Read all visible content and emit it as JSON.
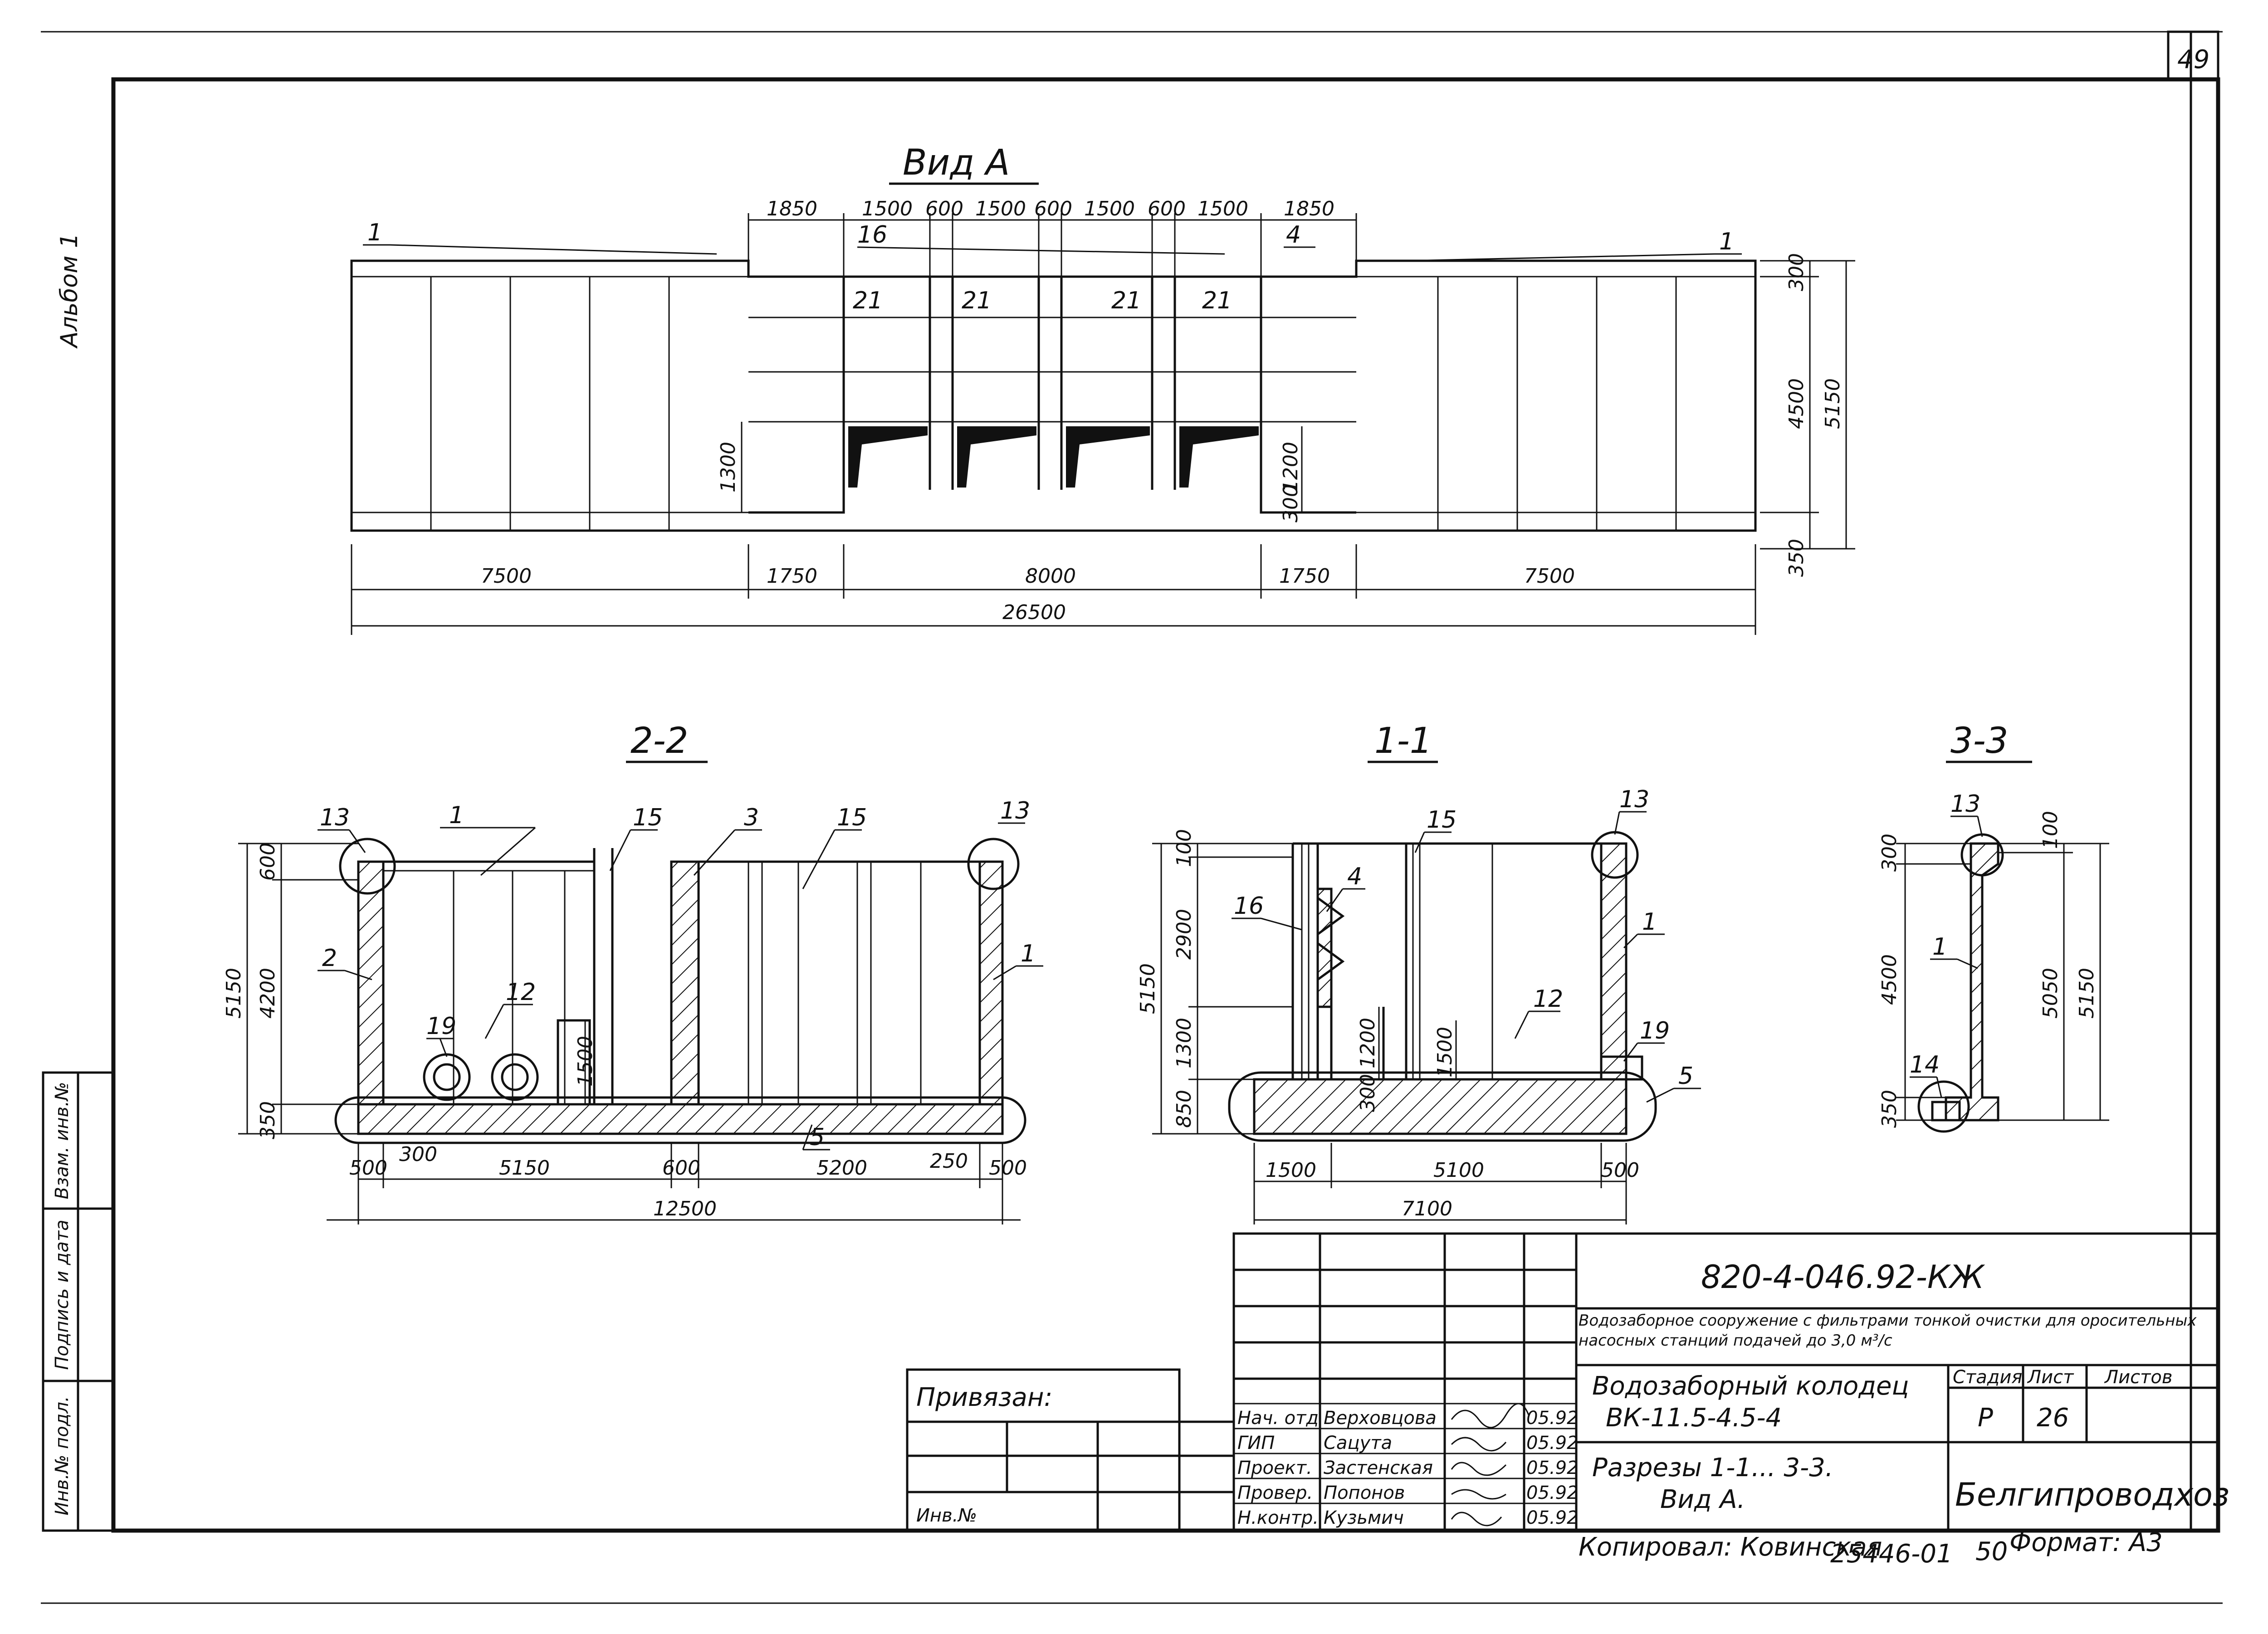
{
  "sheet_number": "49",
  "album_label": "Альбом 1",
  "side_stamp": [
    "Инв.№ подл.",
    "Подпись и дата",
    "Взам. инв.№"
  ],
  "views": {
    "view_a": {
      "title": "Вид А",
      "top_dims": [
        "1850",
        "1500",
        "600",
        "1500",
        "600",
        "1500",
        "600",
        "1500",
        "1850"
      ],
      "bottom_dims": [
        "7500",
        "1750",
        "8000",
        "1750",
        "7500"
      ],
      "total": "26500",
      "right_dims": [
        "300",
        "4500",
        "5150",
        "350"
      ],
      "left_dim": "1300",
      "inner_dims": [
        "1200",
        "300"
      ],
      "callouts": [
        "1",
        "16",
        "4",
        "1",
        "21",
        "21",
        "21",
        "21"
      ]
    },
    "section_22": {
      "title": "2-2",
      "left_dims": [
        "600",
        "4200",
        "5150",
        "350"
      ],
      "bottom_dims": [
        "500",
        "300",
        "5150",
        "600",
        "5200",
        "250",
        "500"
      ],
      "total": "12500",
      "inner_dim": "1500",
      "callouts": [
        "13",
        "1",
        "15",
        "3",
        "15",
        "13",
        "2",
        "1",
        "19",
        "12",
        "5"
      ]
    },
    "section_11": {
      "title": "1-1",
      "left_dims": [
        "100",
        "2900",
        "5150",
        "1300",
        "850"
      ],
      "bottom_dims": [
        "1500",
        "5100",
        "500"
      ],
      "total": "7100",
      "inner_dims": [
        "300",
        "1200",
        "1500"
      ],
      "callouts": [
        "15",
        "13",
        "16",
        "4",
        "1",
        "12",
        "19",
        "5"
      ]
    },
    "section_33": {
      "title": "3-3",
      "left_dims": [
        "300",
        "4500",
        "350"
      ],
      "right_dims": [
        "100",
        "5050",
        "5150"
      ],
      "callouts": [
        "13",
        "1",
        "14"
      ]
    }
  },
  "title_block": {
    "doc_code": "820-4-046.92-КЖ",
    "description": "Водозаборное сооружение с фильтрами тонкой очистки для оросительных насосных станций подачей до 3,0 м³/с",
    "attached_label": "Привязан:",
    "inv_label": "Инв.№",
    "roles": [
      {
        "role": "Нач. отд",
        "name": "Верховцова",
        "date": "05.92"
      },
      {
        "role": "ГИП",
        "name": "Сацута",
        "date": "05.92"
      },
      {
        "role": "Проект.",
        "name": "Застенская",
        "date": "05.92"
      },
      {
        "role": "Провер.",
        "name": "Попонов",
        "date": "05.92"
      },
      {
        "role": "Н.контр.",
        "name": "Кузьмич",
        "date": "05.92"
      }
    ],
    "object_name": "Водозаборный колодец",
    "object_code": "ВК-11.5-4.5-4",
    "sheet_name": "Разрезы 1-1... 3-3.",
    "sheet_name2": "Вид А.",
    "stage_label": "Стадия",
    "sheet_label": "Лист",
    "sheets_label": "Листов",
    "stage": "Р",
    "sheet": "26",
    "organization": "Белгипроводхоз",
    "copied": "Копировал: Ковинская",
    "order": "25446-01",
    "page_small": "50",
    "format": "Формат: А3"
  }
}
